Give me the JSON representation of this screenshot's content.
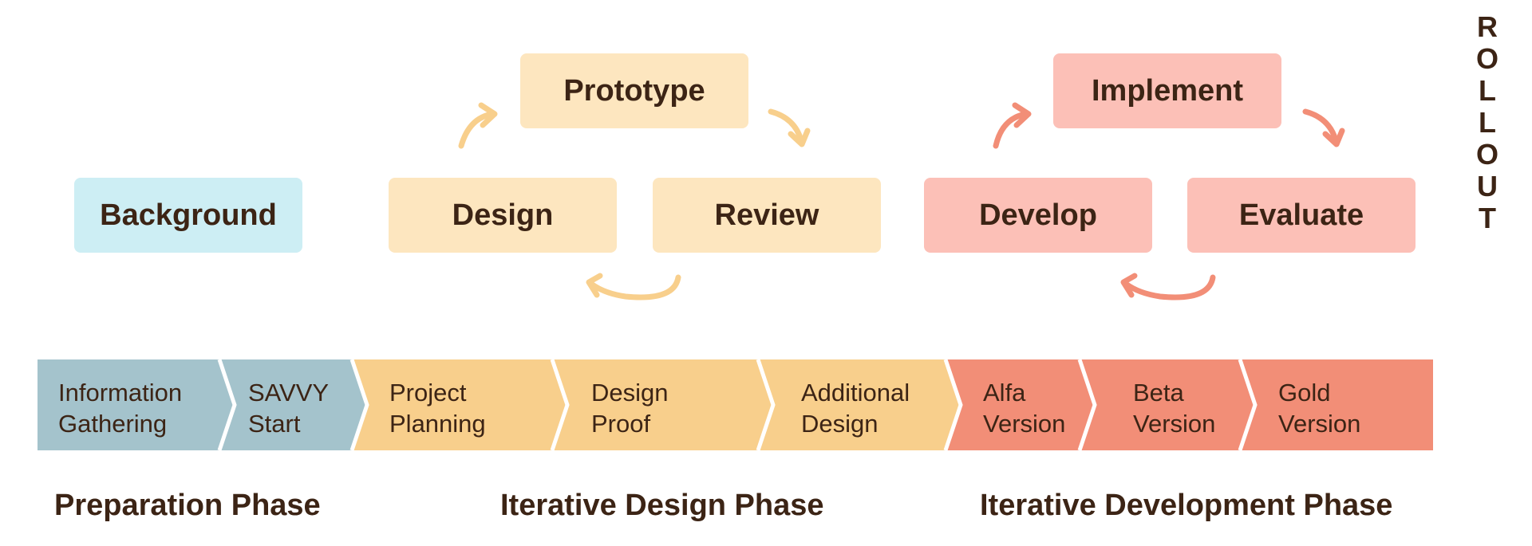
{
  "colors": {
    "text": "#3c2415",
    "prep_box": "#cdeef4",
    "design_box": "#fde6bf",
    "dev_box": "#fcc0b7",
    "prep_band": "#a4c3cc",
    "design_band": "#f8cf8c",
    "dev_band": "#f28e77",
    "design_arrow": "#f8cf8c",
    "dev_arrow": "#f28e77"
  },
  "boxes": {
    "background": "Background",
    "prototype": "Prototype",
    "design": "Design",
    "review": "Review",
    "implement": "Implement",
    "develop": "Develop",
    "evaluate": "Evaluate"
  },
  "rollout": [
    "R",
    "O",
    "L",
    "L",
    "O",
    "U",
    "T"
  ],
  "steps": [
    {
      "line1": "Information",
      "line2": "Gathering",
      "phase": "prep"
    },
    {
      "line1": "SAVVY",
      "line2": "Start",
      "phase": "prep"
    },
    {
      "line1": "Project",
      "line2": "Planning",
      "phase": "design"
    },
    {
      "line1": "Design",
      "line2": "Proof",
      "phase": "design"
    },
    {
      "line1": "Additional",
      "line2": "Design",
      "phase": "design"
    },
    {
      "line1": "Alfa",
      "line2": "Version",
      "phase": "dev"
    },
    {
      "line1": "Beta",
      "line2": "Version",
      "phase": "dev"
    },
    {
      "line1": "Gold",
      "line2": "Version",
      "phase": "dev"
    }
  ],
  "phases": {
    "preparation": "Preparation Phase",
    "design": "Iterative Design Phase",
    "development": "Iterative Development Phase"
  },
  "icons": {
    "cycle_arrows": "curved-arrow-icon"
  }
}
